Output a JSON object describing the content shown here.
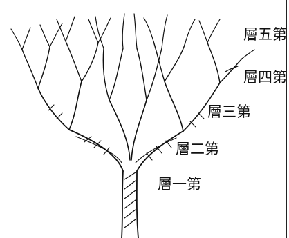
{
  "labels": {
    "layer5": "層五第",
    "layer4": "層四第",
    "layer3": "層三第",
    "layer2": "層二第",
    "layer1": "層一第"
  }
}
